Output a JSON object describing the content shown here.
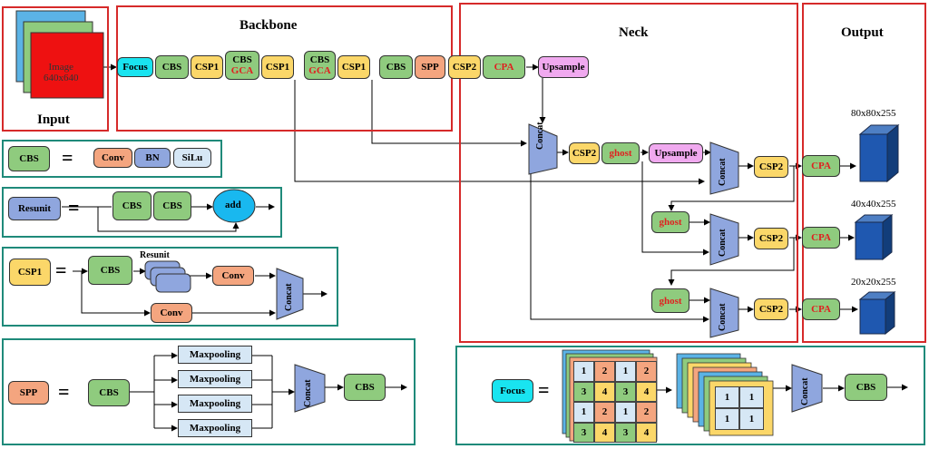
{
  "sections": {
    "input": "Input",
    "backbone": "Backbone",
    "neck": "Neck",
    "output": "Output"
  },
  "input_image": {
    "line1": "Image",
    "line2": "640x640"
  },
  "backbone": {
    "focus": "Focus",
    "cbs1": "CBS",
    "csp1_a": "CSP1",
    "cbs2": "CBS",
    "gca1": "GCA",
    "csp1_b": "CSP1",
    "cbs3": "CBS",
    "gca2": "GCA",
    "csp1_c": "CSP1",
    "cbs4": "CBS",
    "spp": "SPP",
    "csp2": "CSP2",
    "cpa": "CPA",
    "upsample": "Upsample"
  },
  "neck": {
    "concat1": "Concat",
    "csp2_a": "CSP2",
    "ghost1": "ghost",
    "upsample2": "Upsample",
    "concat2": "Concat",
    "csp2_b": "CSP2",
    "ghost2": "ghost",
    "concat3": "Concat",
    "csp2_c": "CSP2",
    "ghost3": "ghost",
    "concat4": "Concat",
    "csp2_d": "CSP2"
  },
  "output": {
    "cpa1": "CPA",
    "cpa2": "CPA",
    "cpa3": "CPA",
    "size1": "80x80x255",
    "size2": "40x40x255",
    "size3": "20x20x255"
  },
  "legend_cbs": {
    "cbs": "CBS",
    "eq": "=",
    "conv": "Conv",
    "bn": "BN",
    "silu": "SiLu"
  },
  "legend_resunit": {
    "resunit": "Resunit",
    "eq": "=",
    "cbs1": "CBS",
    "cbs2": "CBS",
    "add": "add"
  },
  "legend_csp1": {
    "csp1": "CSP1",
    "eq": "=",
    "cbs": "CBS",
    "resunit": "Resunit",
    "conv1": "Conv",
    "conv2": "Conv",
    "concat": "Concat"
  },
  "legend_spp": {
    "spp": "SPP",
    "eq": "=",
    "cbs1": "CBS",
    "mp1": "Maxpooling",
    "mp2": "Maxpooling",
    "mp3": "Maxpooling",
    "mp4": "Maxpooling",
    "concat": "Concat",
    "cbs2": "CBS"
  },
  "legend_focus": {
    "focus": "Focus",
    "eq": "=",
    "concat": "Concat",
    "cbs": "CBS",
    "grid": [
      [
        "1",
        "2",
        "1",
        "2"
      ],
      [
        "3",
        "4",
        "3",
        "4"
      ],
      [
        "1",
        "2",
        "1",
        "2"
      ],
      [
        "3",
        "4",
        "3",
        "4"
      ]
    ],
    "small": [
      [
        "1",
        "1"
      ],
      [
        "1",
        "1"
      ]
    ]
  },
  "colors": {
    "green": "#8fcb7e",
    "yellow": "#fbd769",
    "orange": "#f4a57f",
    "cyan": "#19e4f0",
    "pink": "#f0a9ef",
    "blue": "#8fa6de",
    "red_text": "#e02020",
    "red_frame": "#d62a2a",
    "teal_frame": "#1f8a7a"
  }
}
